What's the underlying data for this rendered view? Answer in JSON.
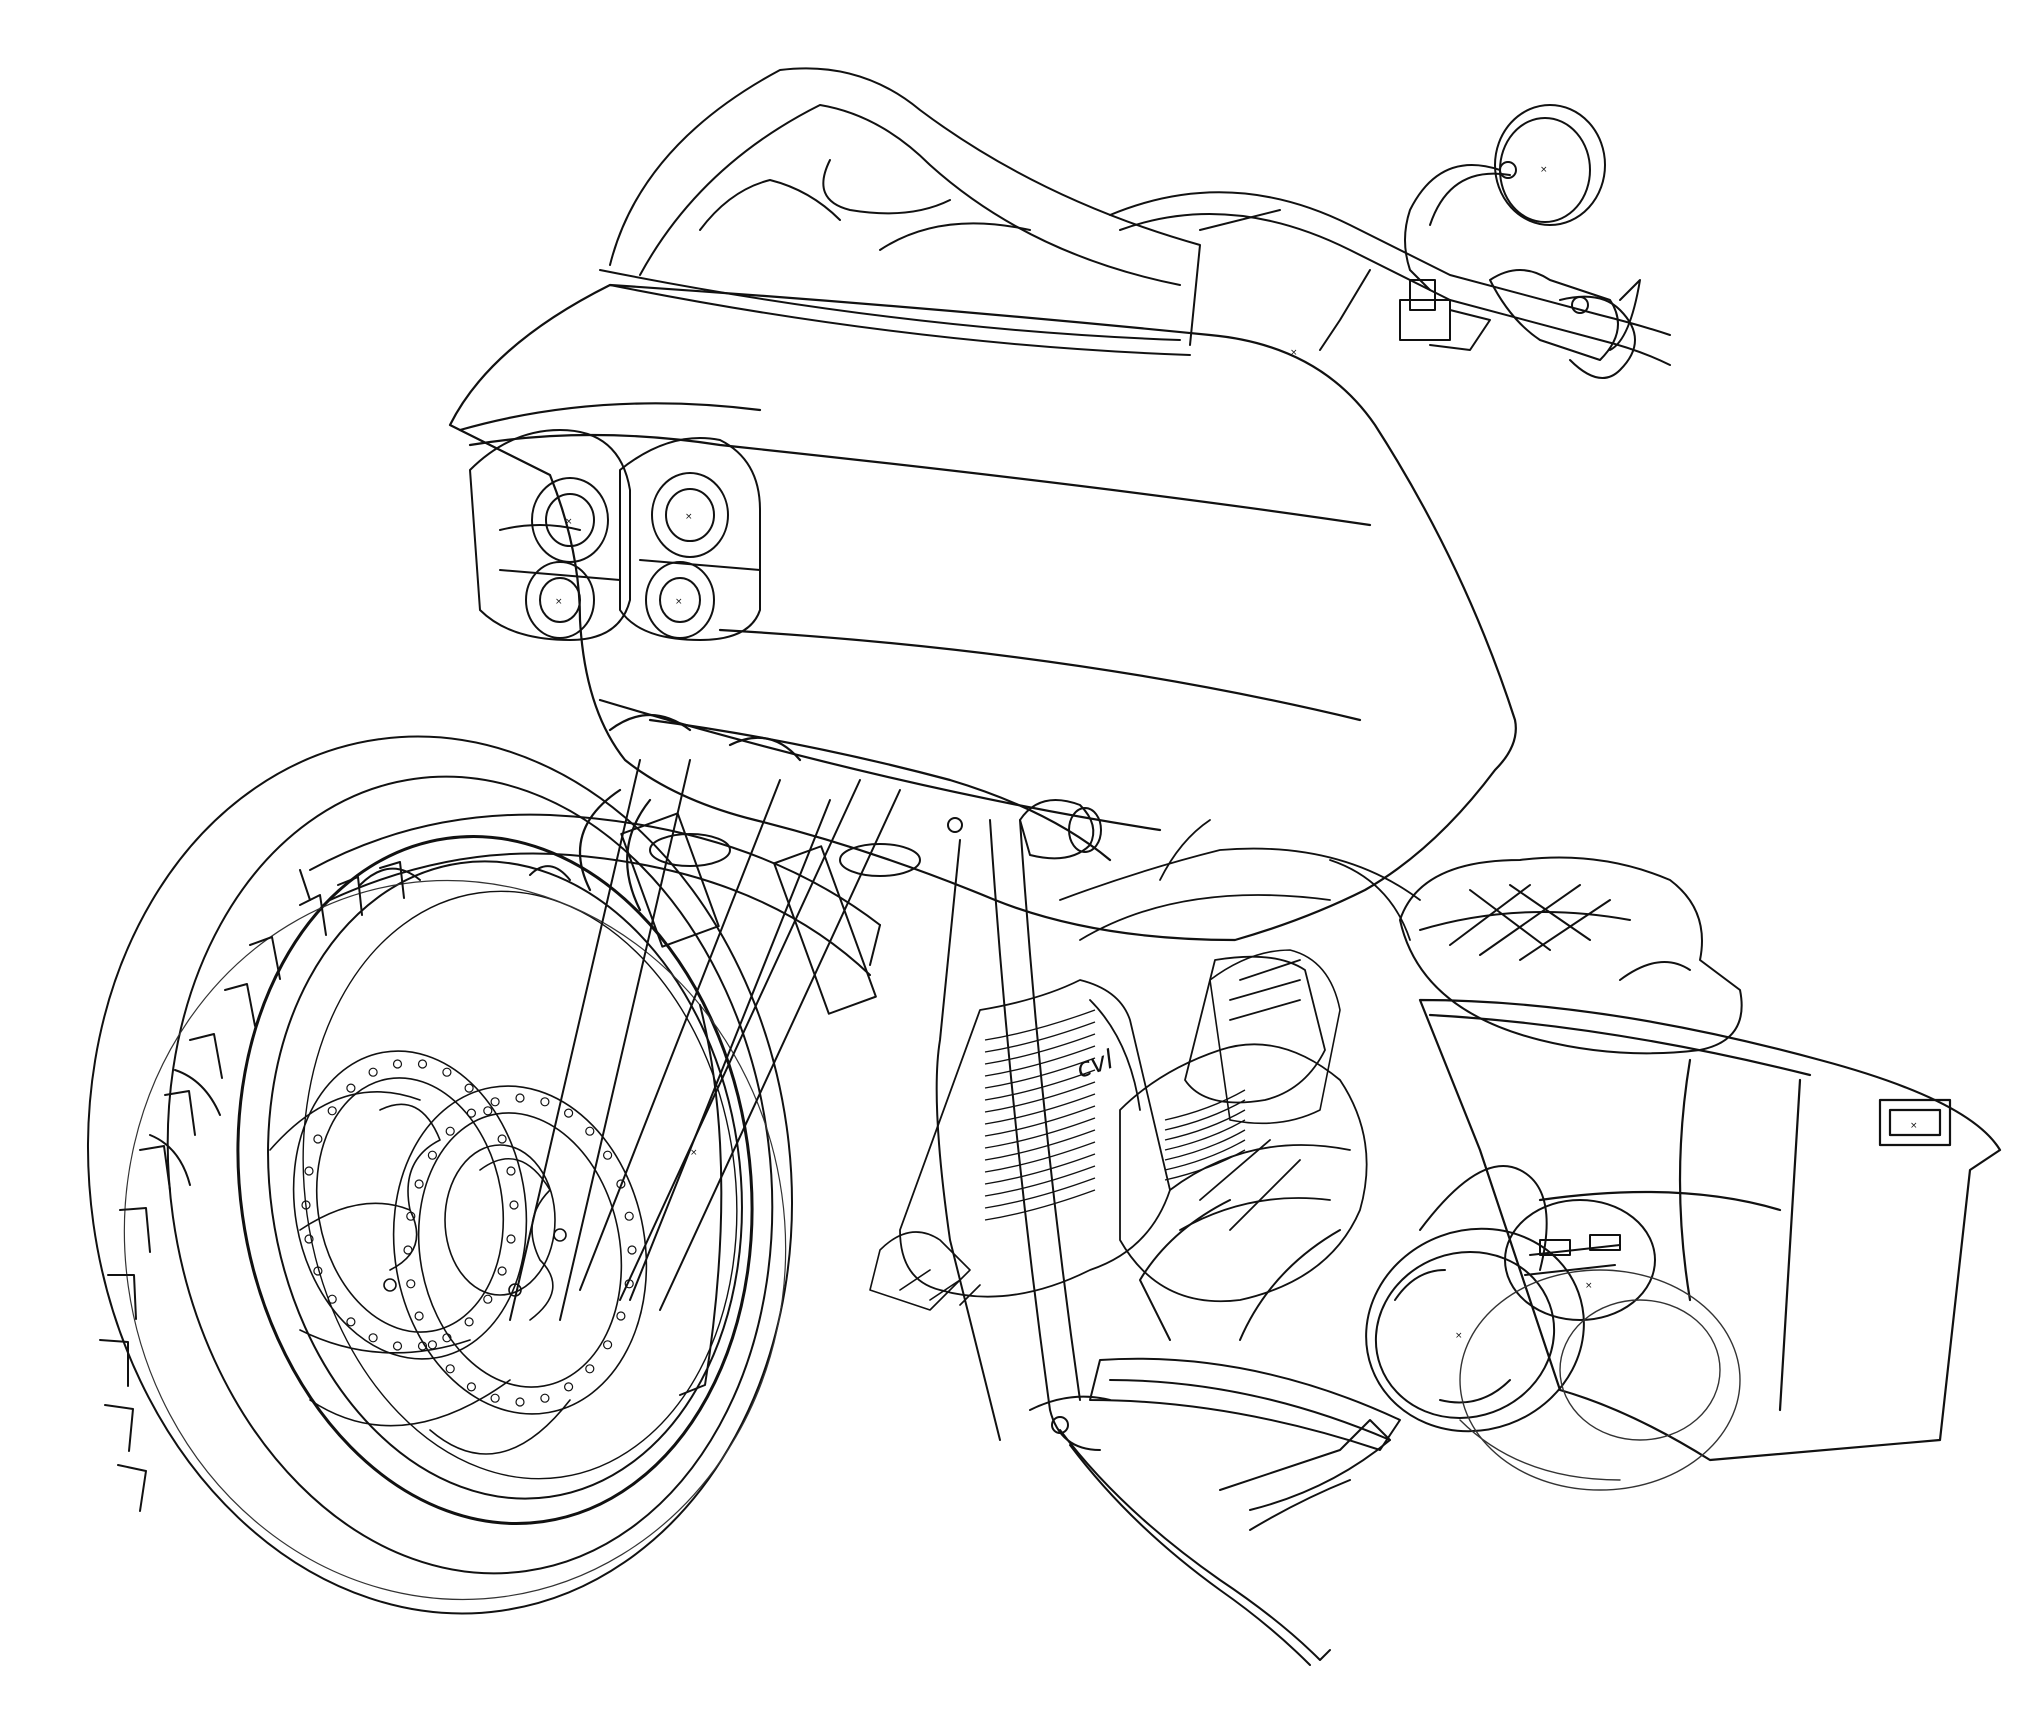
{
  "drawing": {
    "subject": "motorcycle-line-drawing",
    "view": "front-three-quarter",
    "style": "wireframe-line-art",
    "colors": {
      "background": "#ffffff",
      "stroke": "#111111",
      "stroke_light": "#333333"
    },
    "engine_badge": "cvl",
    "center_mark": "×"
  }
}
